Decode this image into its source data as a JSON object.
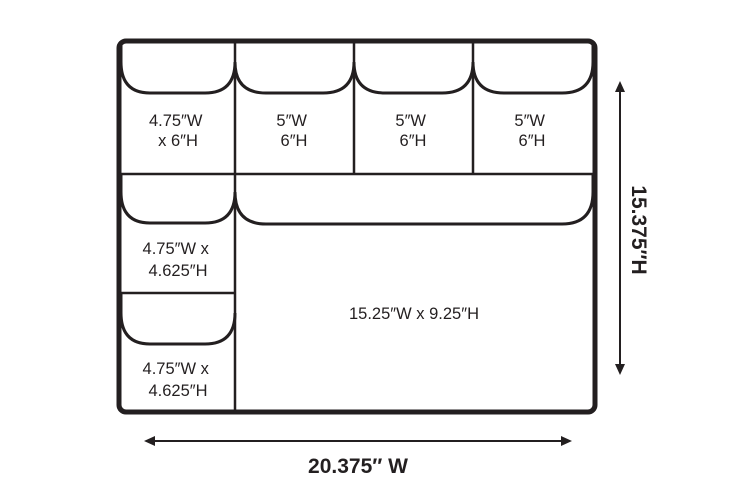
{
  "compartments": [
    {
      "lines": [
        "4.75″W",
        "x 6″H"
      ]
    },
    {
      "lines": [
        "5″W",
        "6″H"
      ]
    },
    {
      "lines": [
        "5″W",
        "6″H"
      ]
    },
    {
      "lines": [
        "5″W",
        "6″H"
      ]
    },
    {
      "lines": [
        "4.75″W x",
        "4.625″H"
      ]
    },
    {
      "lines": [
        "4.75″W x",
        "4.625″H"
      ]
    },
    {
      "lines": [
        "15.25″W x 9.25″H"
      ]
    }
  ],
  "overall": {
    "width_label": "20.375″ W",
    "height_label": "15.375″H"
  },
  "colors": {
    "stroke": "#231f20",
    "background": "#ffffff"
  }
}
